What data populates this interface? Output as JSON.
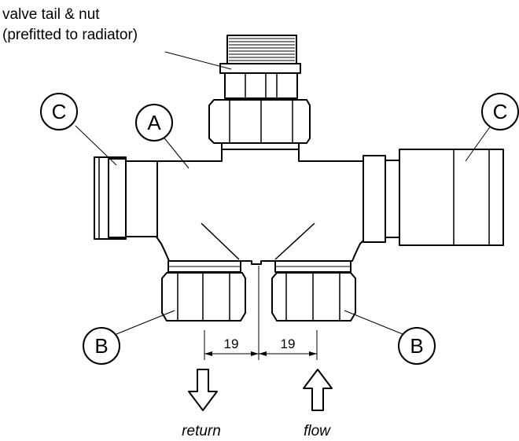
{
  "note": {
    "line1": "valve tail & nut",
    "line2": "(prefitted to radiator)"
  },
  "callouts": {
    "a": "A",
    "b": "B",
    "c": "C"
  },
  "dimensions": {
    "left": "19",
    "right": "19"
  },
  "directions": {
    "return": "return",
    "flow": "flow"
  }
}
